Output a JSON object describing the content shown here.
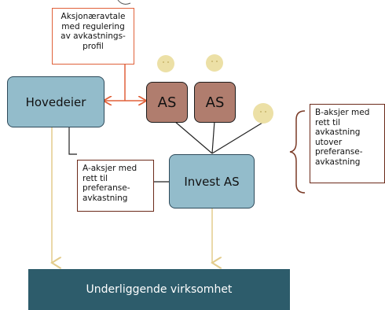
{
  "nodes": {
    "agreement": "Aksjonæravtale med regulering av avkastnings-profil",
    "owner": "Hovedeier",
    "as1": "AS",
    "as2": "AS",
    "invest": "Invest AS",
    "a_shares": "A-aksjer med rett til preferanse-avkastning",
    "b_shares": "B-aksjer med rett til avkastning utover preferanse-avkastning",
    "base": "Underliggende virksomhet"
  },
  "colors": {
    "blue_box": "#93bccb",
    "brown_box": "#b07d6e",
    "base_box": "#2d5c6b",
    "arrow_red": "#e0613a",
    "arrow_gold": "#e3cc8c",
    "smiley": "#ece0a6",
    "brace": "#7a3a26"
  }
}
